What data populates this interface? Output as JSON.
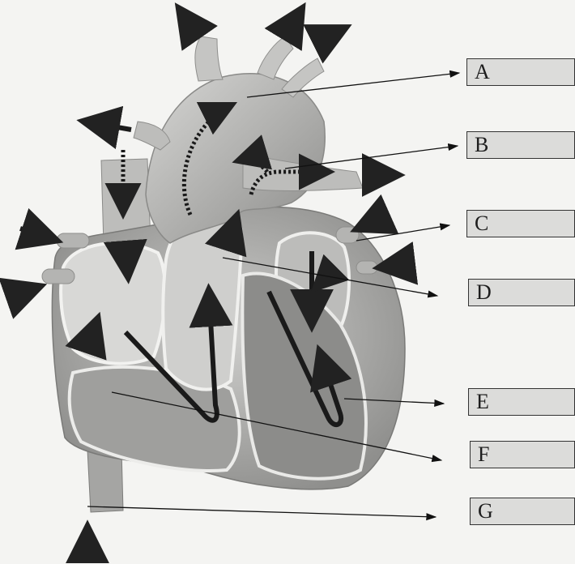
{
  "labels": {
    "A": "A",
    "B": "B",
    "C": "C",
    "D": "D",
    "E": "E",
    "F": "F",
    "G": "G"
  },
  "colors": {
    "background": "#f4f4f2",
    "heart_light": "#c9c9c7",
    "heart_mid": "#a9a9a7",
    "heart_dark": "#6e6e6c",
    "arrow": "#1a1a1a",
    "label_fill": "#dcdcda"
  }
}
